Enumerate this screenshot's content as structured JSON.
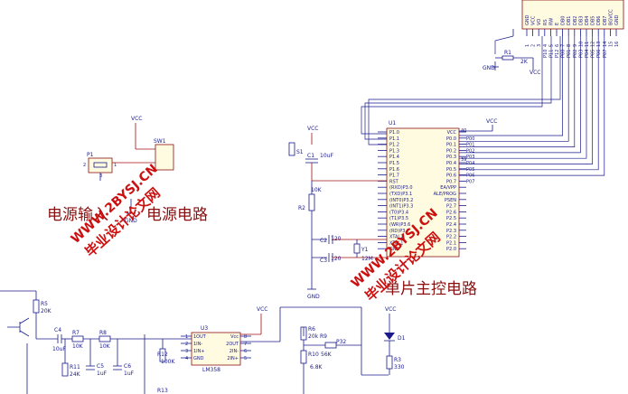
{
  "labels": {
    "power_in": "电源输入",
    "power_circuit": "电源电路",
    "mcu_circuit": "单片主控电路"
  },
  "watermarks": {
    "wm1_text": "毕业设计论文网",
    "wm1_url": "WWW.2BYSJ.CN",
    "wm2_text": "毕业设计论文网",
    "wm2_url": "WWW.2BYSJ.CN"
  },
  "components": {
    "vcc": "VCC",
    "gnd": "GND",
    "u1": "U1",
    "u3": "U3",
    "u3_part": "LM358",
    "sw1": "SW1",
    "p1": "P1",
    "s1": "S1",
    "c1": "C1",
    "c1_val": "10uF",
    "c2": "C2",
    "c2_val": "120",
    "c3": "C3",
    "c3_val": "120",
    "y1": "Y1",
    "y1_val": "12M",
    "r1": "R1",
    "r1_val": "2K",
    "r2": "R2",
    "r2_val": "10K",
    "r3": "R3",
    "r3_val": "330",
    "r5": "R5",
    "r5_val": "20K",
    "r6": "R6",
    "r6_val": "20k",
    "r7": "R7",
    "r7_val": "10K",
    "r8": "R8",
    "r8_val": "10K",
    "r9": "R9",
    "r10": "R10",
    "r10_val": "56K",
    "r11": "R11",
    "r11_val": "24K",
    "r12": "R12",
    "r12_val": "100K",
    "r13": "R13",
    "c4": "C4",
    "c4_val": "10uF",
    "c5": "C5",
    "c5_val": "1uF",
    "c6": "C6",
    "c6_val": "1uF",
    "d1": "D1",
    "r68_val": "6.8K",
    "p32": "P32",
    "sw_pins": [
      "1",
      "2",
      "3"
    ]
  },
  "u1_left_pins": [
    "P1.0",
    "P1.1",
    "P1.2",
    "P1.3",
    "P1.4",
    "P1.5",
    "P1.6",
    "P1.7",
    "RST",
    "(RXD)P3.0",
    "(TXD)P3.1",
    "(INT0)P3.2",
    "(INT1)P3.3",
    "(T0)P3.4",
    "(T1)P3.5",
    "(WR)P3.6",
    "(RD)P3.7",
    "XTAL2",
    "XTAL1",
    "GND"
  ],
  "u1_right_pins": [
    "VCC",
    "P0.0",
    "P0.1",
    "P0.2",
    "P0.3",
    "P0.4",
    "P0.5",
    "P0.6",
    "P0.7",
    "EA/VPP",
    "ALE/PROG",
    "PSEN",
    "P2.7",
    "P2.6",
    "P2.5",
    "P2.4",
    "P2.3",
    "P2.2",
    "P2.1",
    "P2.0"
  ],
  "u1_right_nets": [
    "",
    "P00",
    "P01",
    "P02",
    "P03",
    "P04",
    "P05",
    "P06",
    "P07"
  ],
  "u1_pin40": "40",
  "u1_pin39": "39",
  "lcd_pins": [
    "GND",
    "VCC",
    "VO",
    "RS",
    "RW",
    "E",
    "DB0",
    "DB1",
    "DB2",
    "DB3",
    "DB4",
    "DB5",
    "DB6",
    "DB7",
    "BGVCC",
    "GND"
  ],
  "lcd_nets": [
    "",
    "",
    "",
    "P10",
    "P11",
    "P12",
    "P00",
    "P01",
    "P02",
    "P03",
    "P04",
    "P05",
    "P06",
    "P07",
    "",
    ""
  ],
  "lcd_numbers": [
    "1",
    "2",
    "3",
    "4",
    "5",
    "6",
    "7",
    "8",
    "9",
    "10",
    "11",
    "12",
    "13",
    "14",
    "15",
    "16"
  ],
  "u3_left_pins": [
    "1OUT",
    "1IN-",
    "1IN+",
    "GND"
  ],
  "u3_right_pins": [
    "Vcc",
    "2OUT",
    "2IN-",
    "2IN+"
  ],
  "u3_left_nums": [
    "1",
    "2",
    "3",
    "4"
  ],
  "u3_right_nums": [
    "8",
    "7",
    "6",
    "5"
  ]
}
